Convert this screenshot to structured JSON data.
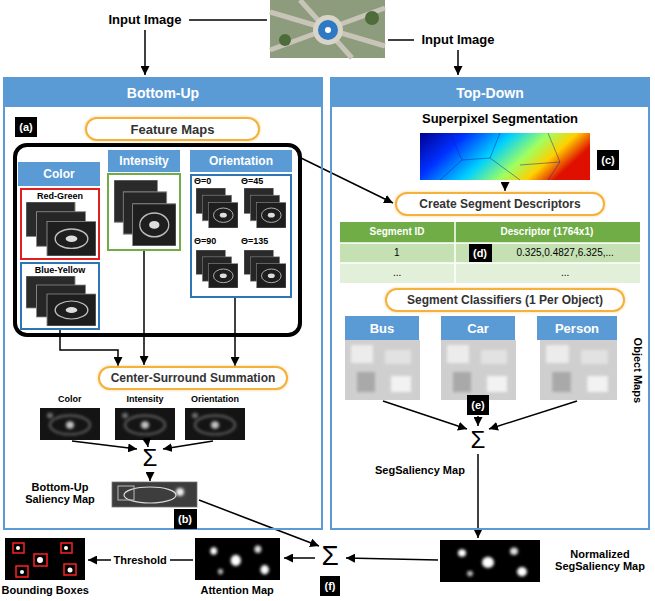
{
  "diagram": {
    "nodes": [
      {
        "text": [
          "Bottom-Up"
        ]
      },
      {
        "text": [
          "(a)"
        ],
        "in": 0
      },
      {
        "text": [
          "Feature Maps"
        ],
        "in": 0
      },
      {
        "text": [
          "Color"
        ],
        "in": 0
      },
      {
        "text": [
          "Intensity"
        ],
        "in": 0
      },
      {
        "text": [
          "Orientation"
        ],
        "in": 0
      },
      {
        "text": [
          "Red-Green"
        ],
        "in": 0
      },
      {
        "text": [
          "Blue-Yellow"
        ],
        "in": 0
      },
      {
        "text": [
          "Θ=0",
          "Θ=45",
          "Θ=90",
          "Θ=135"
        ],
        "in": 0
      },
      {
        "text": [
          "Center-Surround Summation"
        ],
        "in": 0
      },
      {
        "text": [
          "(b)"
        ],
        "in": 0
      },
      {
        "text": [
          "Top-Down"
        ]
      },
      {
        "text": [
          "(c)"
        ],
        "in": 11
      },
      {
        "text": [
          "Create Segment Descriptors"
        ],
        "in": 11
      },
      {
        "text": [
          "(d)"
        ],
        "in": 11
      },
      {
        "text": [
          "Segment Classifiers (1 Per Object)"
        ],
        "in": 11
      },
      {
        "text": [
          "Bus"
        ],
        "in": 11
      },
      {
        "text": [
          "Car"
        ],
        "in": 11
      },
      {
        "text": [
          "Person"
        ],
        "in": 11
      },
      {
        "text": [
          "(e)"
        ],
        "in": 11
      },
      {
        "text": [
          "(f)"
        ]
      }
    ],
    "edges": [
      {
        "from": 7,
        "to": 9,
        "arrow": "to"
      },
      {
        "from": 8,
        "to": 9,
        "arrow": "to"
      }
    ],
    "labels": [
      "Input Image",
      "Input Image",
      "Color",
      "Intensity",
      "Orientation",
      "Σ",
      "Bottom-Up Saliency Map",
      "Superpixel Segmentation",
      "Segment ID",
      "Descriptor (1764x1)",
      "1",
      "0.325,0.4827,6.325,...",
      "...",
      "...",
      "Object Maps",
      "Σ",
      "SegSaliency Map",
      "Normalized SegSaliency Map",
      "Σ",
      "Attention Map",
      "Bounding Boxes",
      "Threshold"
    ]
  }
}
